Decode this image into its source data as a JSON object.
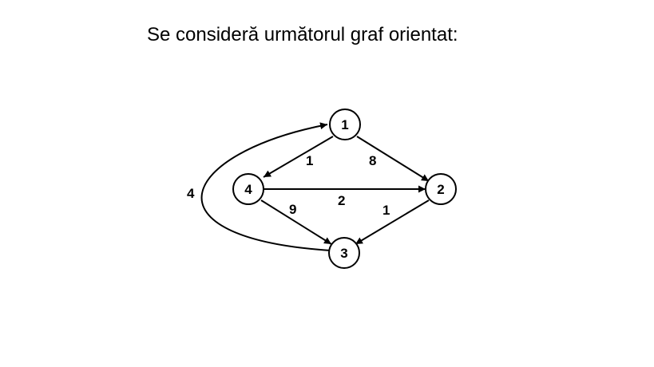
{
  "heading": "Se consideră următorul graf orientat:",
  "graph": {
    "nodes": [
      {
        "id": "1",
        "label": "1"
      },
      {
        "id": "2",
        "label": "2"
      },
      {
        "id": "3",
        "label": "3"
      },
      {
        "id": "4",
        "label": "4"
      }
    ],
    "edges": [
      {
        "from": "1",
        "to": "4",
        "weight": "1"
      },
      {
        "from": "1",
        "to": "2",
        "weight": "8"
      },
      {
        "from": "4",
        "to": "2",
        "weight": "2"
      },
      {
        "from": "4",
        "to": "3",
        "weight": "9"
      },
      {
        "from": "2",
        "to": "3",
        "weight": "1"
      },
      {
        "from": "3",
        "to": "1",
        "weight": "4"
      }
    ]
  }
}
